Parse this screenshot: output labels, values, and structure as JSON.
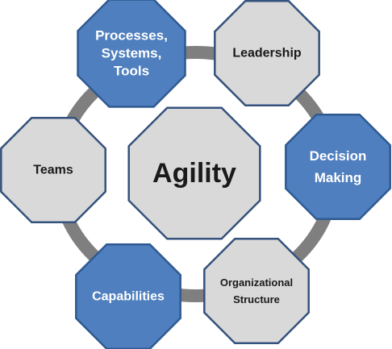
{
  "diagram": {
    "center": {
      "label": "Agility"
    },
    "nodes": [
      {
        "id": "processes",
        "lines": [
          "Processes,",
          "Systems,",
          "Tools"
        ],
        "style": "blue"
      },
      {
        "id": "leadership",
        "lines": [
          "Leadership"
        ],
        "style": "gray"
      },
      {
        "id": "decision-making",
        "lines": [
          "Decision",
          "Making"
        ],
        "style": "blue"
      },
      {
        "id": "organizational-structure",
        "lines": [
          "Organizational",
          "Structure"
        ],
        "style": "gray"
      },
      {
        "id": "capabilities",
        "lines": [
          "Capabilities"
        ],
        "style": "blue"
      },
      {
        "id": "teams",
        "lines": [
          "Teams"
        ],
        "style": "gray"
      }
    ]
  },
  "colors": {
    "blue_fill": "#4f7fbe",
    "blue_stroke": "#2f5a91",
    "gray_fill": "#d9d9d9",
    "gray_stroke": "#35527d",
    "ring": "#7f7f7f",
    "text_light": "#ffffff",
    "text_dark": "#1a1a1a"
  }
}
